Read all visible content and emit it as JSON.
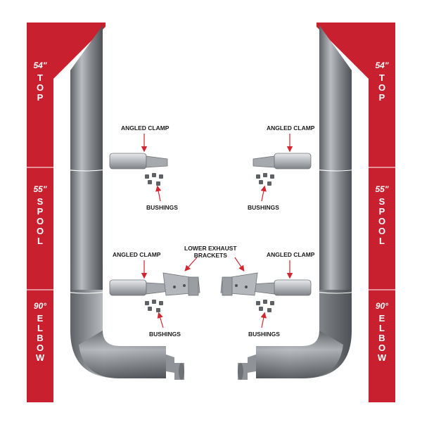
{
  "colors": {
    "band_red": "#c8202f",
    "pipe_steel": "#8f9296",
    "arrow_red": "#d22630",
    "label_text": "#1a1a1a"
  },
  "left_bands": [
    {
      "dim": "54\"",
      "word": "TOP"
    },
    {
      "dim": "55\"",
      "word": "SPOOL"
    },
    {
      "dim": "90°",
      "word": "ELBOW"
    }
  ],
  "right_bands": [
    {
      "dim": "54\"",
      "word": "TOP"
    },
    {
      "dim": "55\"",
      "word": "SPOOL"
    },
    {
      "dim": "90°",
      "word": "ELBOW"
    }
  ],
  "callouts": {
    "angled_clamp": "ANGLED CLAMP",
    "bushings": "BUSHINGS",
    "lower_exhaust_brackets": [
      "LOWER EXHAUST",
      "BRACKETS"
    ]
  }
}
